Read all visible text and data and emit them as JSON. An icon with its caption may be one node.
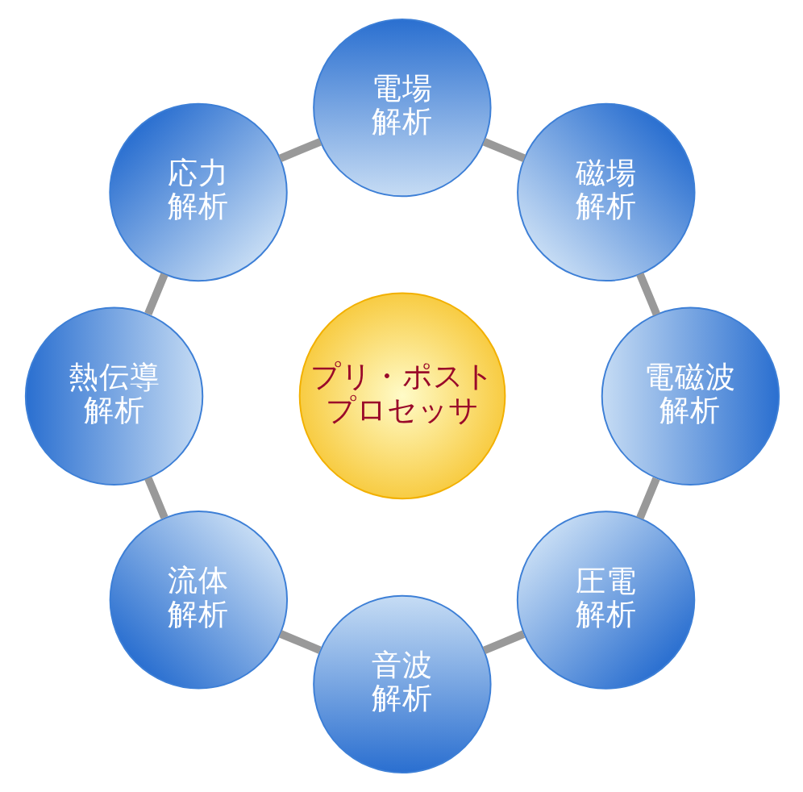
{
  "diagram": {
    "nodes": [
      {
        "text": [
          "電場解析"
        ]
      },
      {
        "text": [
          "磁場解析"
        ]
      },
      {
        "text": [
          "電磁波解析"
        ]
      },
      {
        "text": [
          "圧電解析"
        ]
      },
      {
        "text": [
          "音波解析"
        ]
      },
      {
        "text": [
          "流体解析"
        ]
      },
      {
        "text": [
          "熱伝導解析"
        ]
      },
      {
        "text": [
          "応力解析"
        ]
      },
      {
        "text": [
          "プリ・ポストプロセッサ"
        ]
      }
    ],
    "edges": [
      {
        "from": 0,
        "to": 1,
        "arrow": "none"
      },
      {
        "from": 1,
        "to": 2,
        "arrow": "none"
      },
      {
        "from": 2,
        "to": 3,
        "arrow": "none"
      },
      {
        "from": 3,
        "to": 4,
        "arrow": "none"
      },
      {
        "from": 4,
        "to": 5,
        "arrow": "none"
      },
      {
        "from": 5,
        "to": 6,
        "arrow": "none"
      },
      {
        "from": 6,
        "to": 7,
        "arrow": "none"
      },
      {
        "from": 7,
        "to": 0,
        "arrow": "none"
      }
    ]
  }
}
